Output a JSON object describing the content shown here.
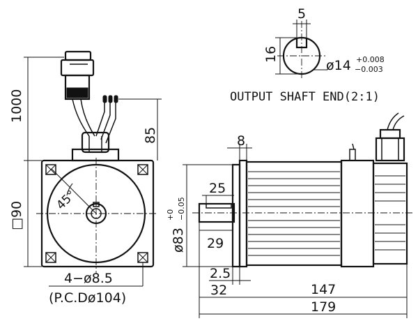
{
  "drawing": {
    "caption": "OUTPUT SHAFT END(2:1)",
    "shaft_end": {
      "key_width": "5",
      "height": "16",
      "diameter": "ø14",
      "tol_upper": "+0.008",
      "tol_lower": "−0.003"
    },
    "front_view": {
      "total_height": "1000",
      "cable_length": "85",
      "square_size": "□90",
      "angle": "45°",
      "holes": "4−ø8.5",
      "pcd": "(P.C.Dø104)"
    },
    "side_view": {
      "flange_thickness": "8",
      "shaft_length": "25",
      "pilot_length": "29",
      "pilot_diameter": "ø83",
      "pilot_tol_upper": "+0",
      "pilot_tol_lower": "−0.05",
      "spigot": "2.5",
      "shaft_total": "32",
      "body_length": "147",
      "total_length": "179"
    }
  }
}
